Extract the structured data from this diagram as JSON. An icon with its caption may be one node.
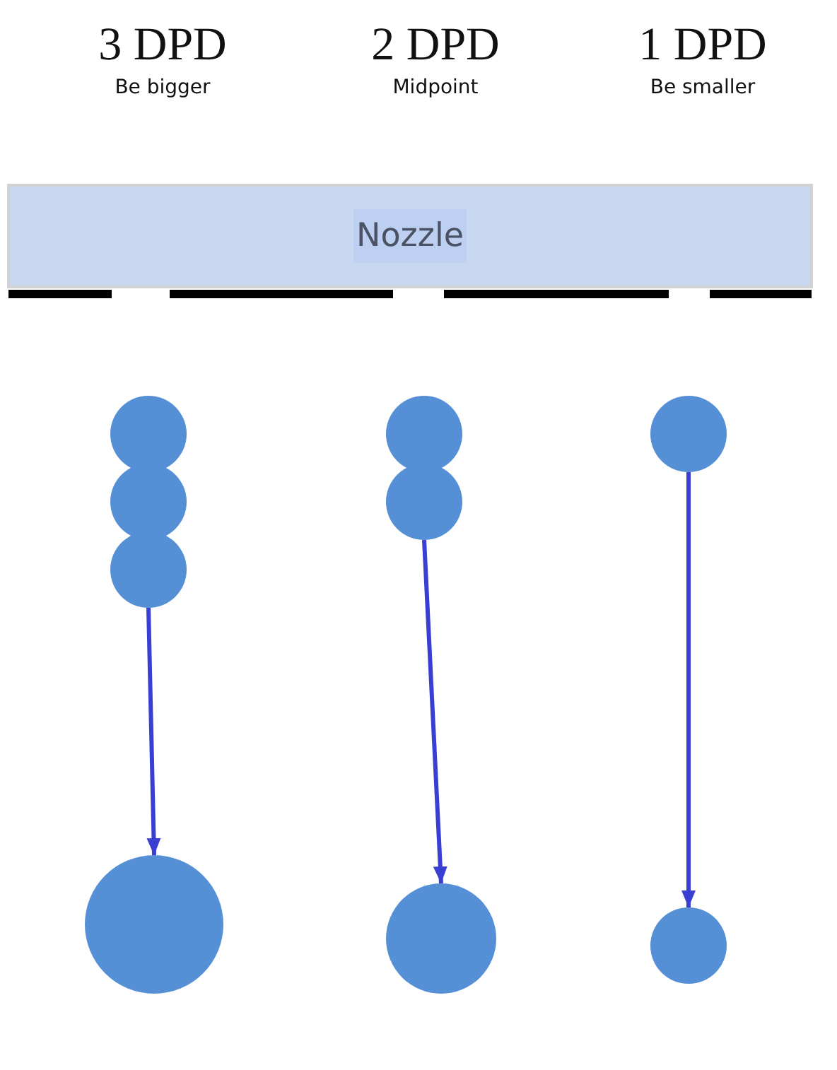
{
  "diagram": {
    "nodes": [
      {
        "text": [
          "Nozzle"
        ]
      },
      {
        "text": [],
        "shape": "circle"
      },
      {
        "text": [],
        "shape": "circle"
      },
      {
        "text": [],
        "shape": "circle"
      },
      {
        "text": [],
        "shape": "circle"
      },
      {
        "text": [],
        "shape": "circle"
      },
      {
        "text": [],
        "shape": "circle"
      }
    ],
    "edges": [
      {
        "from": 1,
        "to": 4,
        "arrow": "to"
      },
      {
        "from": 2,
        "to": 5,
        "arrow": "to"
      },
      {
        "from": 3,
        "to": 6,
        "arrow": "to"
      }
    ],
    "labels": [
      "3 DPD",
      "Be bigger",
      "2 DPD",
      "Midpoint",
      "1 DPD",
      "Be smaller"
    ]
  }
}
